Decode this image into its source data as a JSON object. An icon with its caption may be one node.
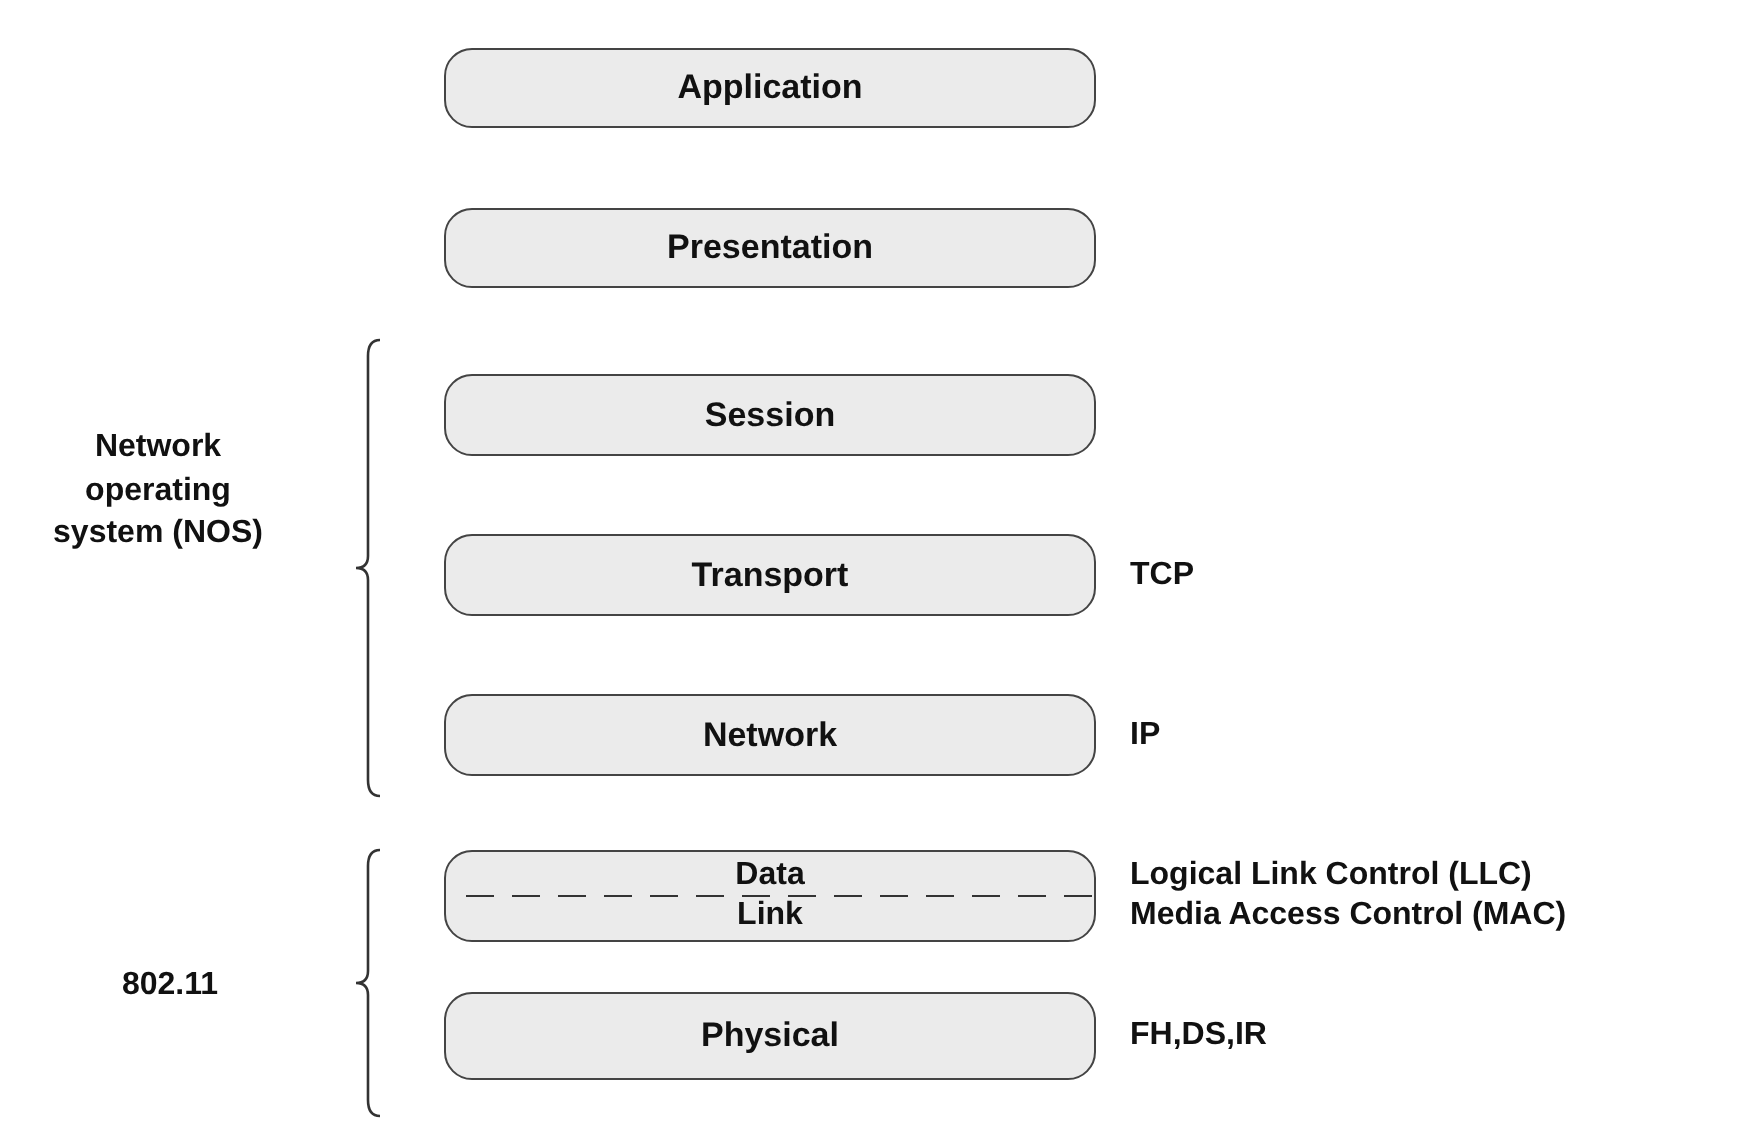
{
  "diagram": {
    "nodes": [
      {
        "text": [
          "Application"
        ]
      },
      {
        "text": [
          "Presentation"
        ]
      },
      {
        "text": [
          "Session"
        ]
      },
      {
        "text": [
          "Transport"
        ],
        "beside": [
          "TCP"
        ]
      },
      {
        "text": [
          "Network"
        ],
        "beside": [
          "IP"
        ]
      },
      {
        "text": [
          "Data",
          "Link"
        ],
        "beside": [
          "Logical Link Control (LLC)",
          "Media Access Control (MAC)"
        ]
      },
      {
        "text": [
          "Physical"
        ],
        "beside": [
          "FH,DS,IR"
        ]
      }
    ],
    "labels": [
      "Network operating system (NOS)",
      "802.11"
    ]
  }
}
